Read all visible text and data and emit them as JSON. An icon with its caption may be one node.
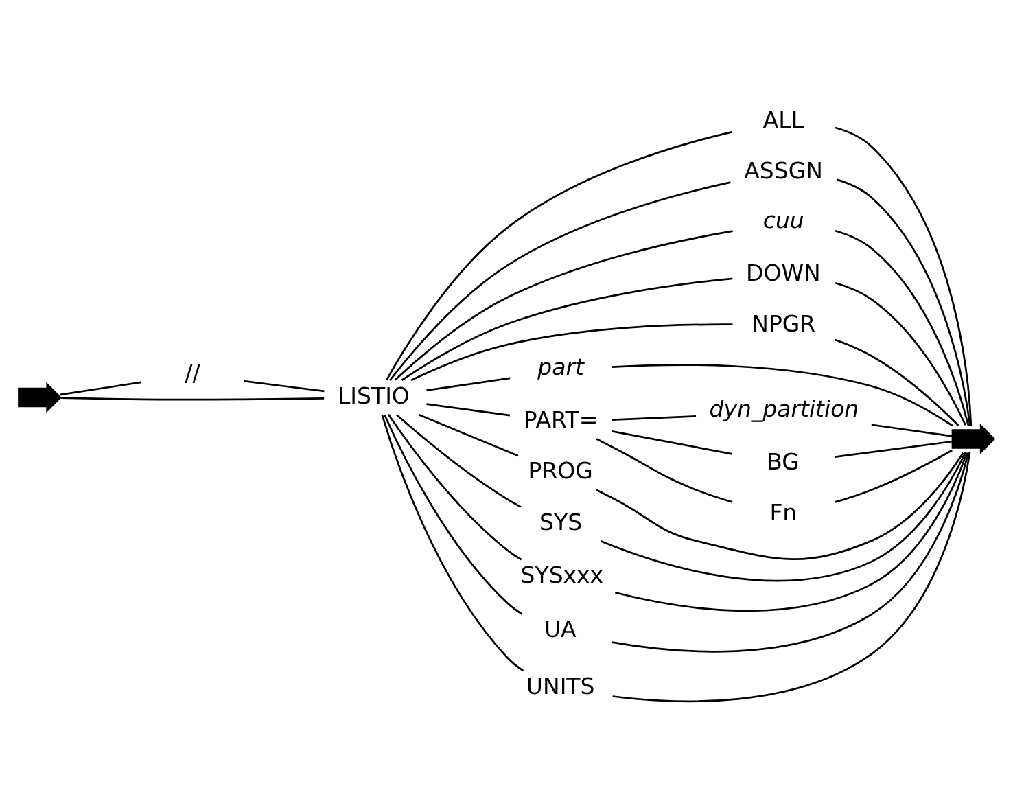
{
  "diagram": {
    "nodes": [
      {
        "text": [],
        "shape": "arrow"
      },
      {
        "text": [
          "//"
        ]
      },
      {
        "text": [
          "LISTIO"
        ]
      },
      {
        "text": [
          "ALL"
        ]
      },
      {
        "text": [
          "ASSGN"
        ]
      },
      {
        "text": [
          "cuu"
        ]
      },
      {
        "text": [
          "DOWN"
        ]
      },
      {
        "text": [
          "NPGR"
        ]
      },
      {
        "text": [
          "part"
        ]
      },
      {
        "text": [
          "PART="
        ]
      },
      {
        "text": [
          "dyn_partition"
        ]
      },
      {
        "text": [
          "BG"
        ]
      },
      {
        "text": [
          "Fn"
        ]
      },
      {
        "text": [
          "PROG"
        ]
      },
      {
        "text": [
          "SYS"
        ]
      },
      {
        "text": [
          "SYSxxx"
        ]
      },
      {
        "text": [
          "UA"
        ]
      },
      {
        "text": [
          "UNITS"
        ]
      },
      {
        "text": [],
        "shape": "arrow"
      }
    ],
    "edges": [
      {
        "from": 0,
        "to": 1,
        "arrow": "none"
      },
      {
        "from": 0,
        "to": 2,
        "arrow": "none"
      },
      {
        "from": 1,
        "to": 2,
        "arrow": "none"
      },
      {
        "from": 2,
        "to": 3,
        "arrow": "none"
      },
      {
        "from": 2,
        "to": 4,
        "arrow": "none"
      },
      {
        "from": 2,
        "to": 5,
        "arrow": "none"
      },
      {
        "from": 2,
        "to": 6,
        "arrow": "none"
      },
      {
        "from": 2,
        "to": 7,
        "arrow": "none"
      },
      {
        "from": 2,
        "to": 8,
        "arrow": "none"
      },
      {
        "from": 2,
        "to": 9,
        "arrow": "none"
      },
      {
        "from": 9,
        "to": 10,
        "arrow": "none"
      },
      {
        "from": 9,
        "to": 11,
        "arrow": "none"
      },
      {
        "from": 9,
        "to": 12,
        "arrow": "none"
      },
      {
        "from": 2,
        "to": 13,
        "arrow": "none"
      },
      {
        "from": 2,
        "to": 14,
        "arrow": "none"
      },
      {
        "from": 2,
        "to": 15,
        "arrow": "none"
      },
      {
        "from": 2,
        "to": 16,
        "arrow": "none"
      },
      {
        "from": 2,
        "to": 17,
        "arrow": "none"
      },
      {
        "from": 3,
        "to": 18,
        "arrow": "none"
      },
      {
        "from": 4,
        "to": 18,
        "arrow": "none"
      },
      {
        "from": 5,
        "to": 18,
        "arrow": "none"
      },
      {
        "from": 6,
        "to": 18,
        "arrow": "none"
      },
      {
        "from": 7,
        "to": 18,
        "arrow": "none"
      },
      {
        "from": 8,
        "to": 18,
        "arrow": "none"
      },
      {
        "from": 10,
        "to": 18,
        "arrow": "none"
      },
      {
        "from": 11,
        "to": 18,
        "arrow": "none"
      },
      {
        "from": 12,
        "to": 18,
        "arrow": "none"
      },
      {
        "from": 13,
        "to": 18,
        "arrow": "none"
      },
      {
        "from": 14,
        "to": 18,
        "arrow": "none"
      },
      {
        "from": 15,
        "to": 18,
        "arrow": "none"
      },
      {
        "from": 16,
        "to": 18,
        "arrow": "none"
      },
      {
        "from": 17,
        "to": 18,
        "arrow": "none"
      }
    ]
  }
}
